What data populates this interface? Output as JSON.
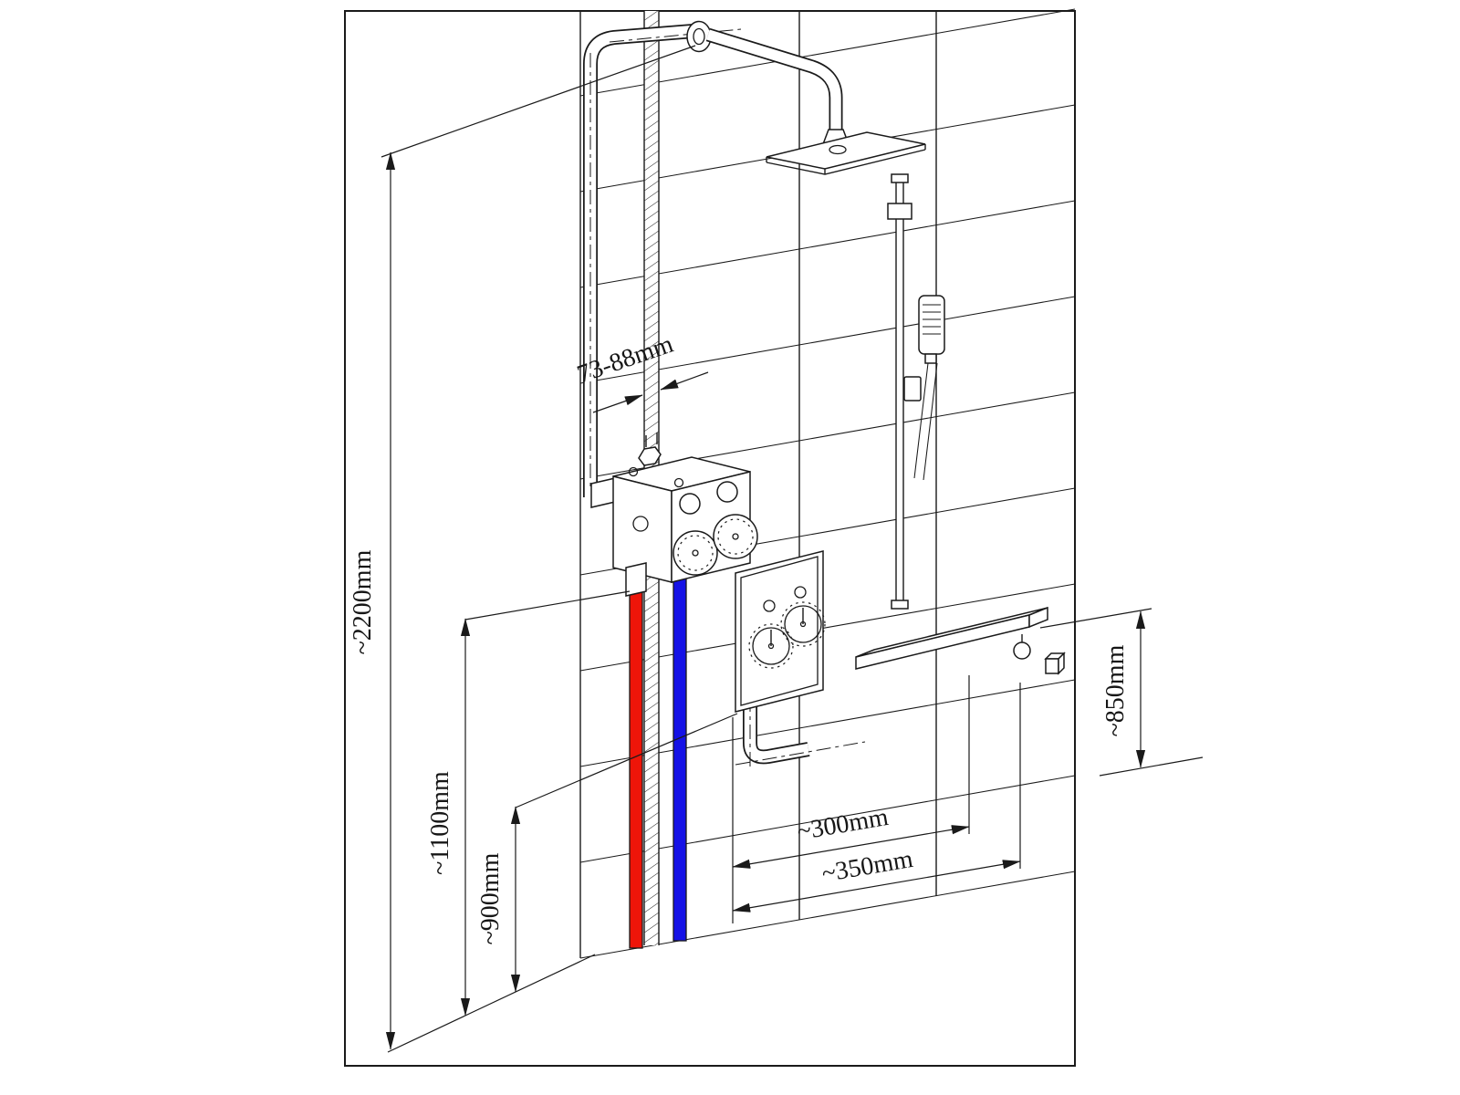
{
  "dims": {
    "d2200": "~2200mm",
    "d1100": "~1100mm",
    "d900": "~900mm",
    "d7388": "73-88mm",
    "d300": "~300mm",
    "d350": "~350mm",
    "d850": "~850mm"
  },
  "colors": {
    "hot_supply": "#ee1509",
    "cold_supply": "#1512e6",
    "line": "#1a1a1a"
  }
}
